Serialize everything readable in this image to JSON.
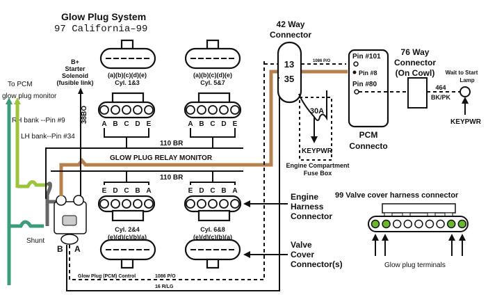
{
  "title": {
    "main": "Glow Plug System",
    "sub": "97 California–99"
  },
  "labels": {
    "to_pcm": "To PCM",
    "glow_plug_monitor": "glow plug monitor",
    "rh_bank": "RH bank --Pin #9",
    "lh_bank": "LH bank--Pin #34",
    "wire_38bo": "38BO",
    "b_plus": "B+",
    "starter": "Starter",
    "solenoid": "Solenoid",
    "fusible_link": "(fusible link)",
    "shunt": "Shunt",
    "relay_b": "B",
    "relay_a": "A",
    "relay_monitor": "GLOW PLUG RELAY MONITOR",
    "wire_110br_top": "110 BR",
    "wire_110br_bottom": "110 BR",
    "glow_plug_control": "Glow Plug (PCM) Control",
    "wire_1086_bottom": "1086 P/O",
    "wire_16": "16 R/LG",
    "wire_1086_top": "1086 P/O"
  },
  "connectors_42way": {
    "title_line1": "42 Way",
    "title_line2": "Connector",
    "pin_top": "13",
    "pin_bottom": "35"
  },
  "fuse_box": {
    "fuse": "30A",
    "power": "KEYPWR",
    "label_line1": "Engine Compartment",
    "label_line2": "Fuse Box"
  },
  "pcm": {
    "pin101": "Pin #101",
    "pin8": "Pin #8",
    "pin80": "Pin #80",
    "label_line1": "PCM",
    "label_line2": "Connecto"
  },
  "connector_76way": {
    "line1": "76 Way",
    "line2": "Connector",
    "line3": "(On Cowl)"
  },
  "lamp": {
    "line1": "Wait to Start",
    "line2": "Lamp",
    "wire_num": "464",
    "wire_color": "BK/PK",
    "power": "KEYPWR"
  },
  "cylinders": {
    "cyl13": {
      "name": "Cyl. 1&3",
      "pins_letters": "(a)(b)(c)(d)(e)",
      "letters": [
        "A",
        "B",
        "C",
        "D",
        "E"
      ]
    },
    "cyl57": {
      "name": "Cyl. 5&7",
      "pins_letters": "(a)(b)(c)(d)(e)",
      "letters": [
        "A",
        "B",
        "C",
        "D",
        "E"
      ]
    },
    "cyl24": {
      "name": "Cyl. 2&4",
      "pins_letters": "(e)(d)(c)(b)(a)",
      "letters": [
        "E",
        "D",
        "C",
        "B",
        "A"
      ]
    },
    "cyl68": {
      "name": "Cyl. 6&8",
      "pins_letters": "(e)(d)(c)(b)(a)",
      "letters": [
        "E",
        "D",
        "C",
        "B",
        "A"
      ]
    }
  },
  "callouts": {
    "engine_harness": [
      "Engine",
      "Harness",
      "Connector"
    ],
    "valve_cover": [
      "Valve",
      "Cover",
      "Connector(s)"
    ]
  },
  "valve_cover_99": {
    "title": "99 Valve cover harness connector",
    "terminals_label": "Glow plug terminals",
    "pins": [
      true,
      true,
      false,
      false,
      false,
      false,
      false,
      true,
      true
    ]
  },
  "colors": {
    "brown_wire": "#b5824f",
    "dark_green_wire": "#3a9c78",
    "light_green_wire": "#9cc43c",
    "gray_wire": "#666666",
    "glow_pin": "#6ab82c"
  }
}
